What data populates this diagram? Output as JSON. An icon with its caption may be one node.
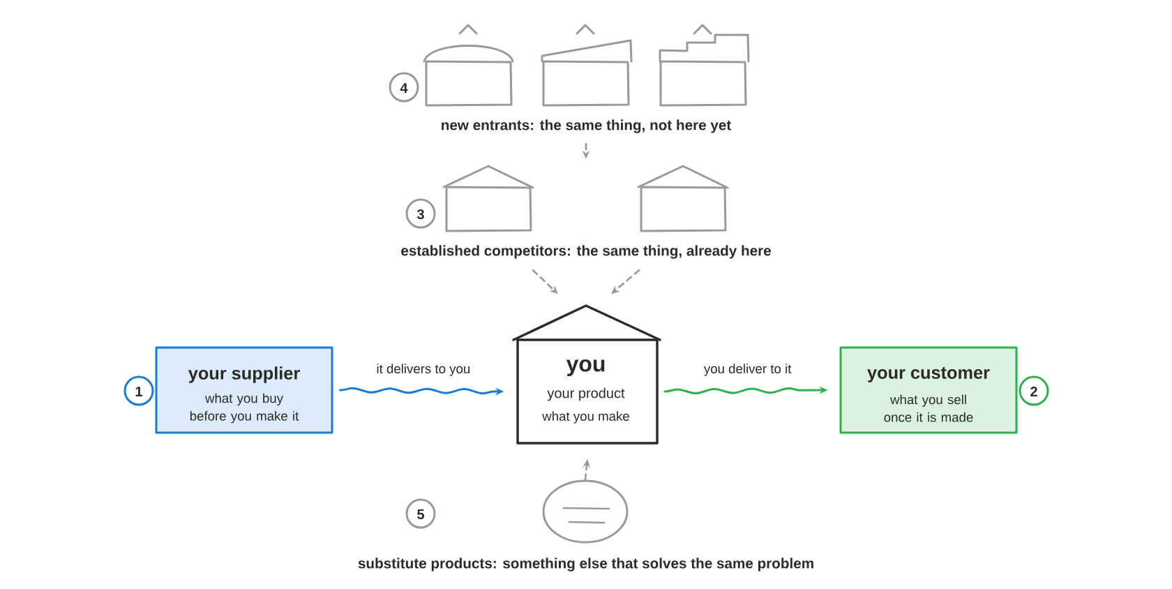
{
  "diagram": {
    "nodes": [
      {
        "text": [
          "new entrants: the same thing, not here yet"
        ]
      },
      {
        "text": [
          "established competitors: the same thing, already here"
        ]
      },
      {
        "text": [
          "your supplier",
          "what you buy before you make it"
        ]
      },
      {
        "text": [
          "you",
          "your product",
          "what you make"
        ]
      },
      {
        "text": [
          "your customer",
          "what you sell once it is made"
        ]
      },
      {
        "text": [
          "substitute products: something else that solves the same problem"
        ]
      }
    ],
    "labels": [
      "4",
      "3",
      "1",
      "2",
      "5"
    ],
    "edges": [
      {
        "from": 0,
        "to": 1,
        "arrow": "to",
        "style": "dashed"
      },
      {
        "from": 1,
        "to": 3,
        "arrow": "to",
        "style": "dashed"
      },
      {
        "from": 1,
        "to": 3,
        "arrow": "to",
        "style": "dashed"
      },
      {
        "from": 2,
        "to": 3,
        "arrow": "to",
        "label": "it delivers to you",
        "color": "#1a7bd6"
      },
      {
        "from": 3,
        "to": 4,
        "arrow": "to",
        "label": "you deliver to it",
        "color": "#2fb04e"
      },
      {
        "from": 5,
        "to": 3,
        "arrow": "to",
        "style": "dashed"
      }
    ]
  }
}
